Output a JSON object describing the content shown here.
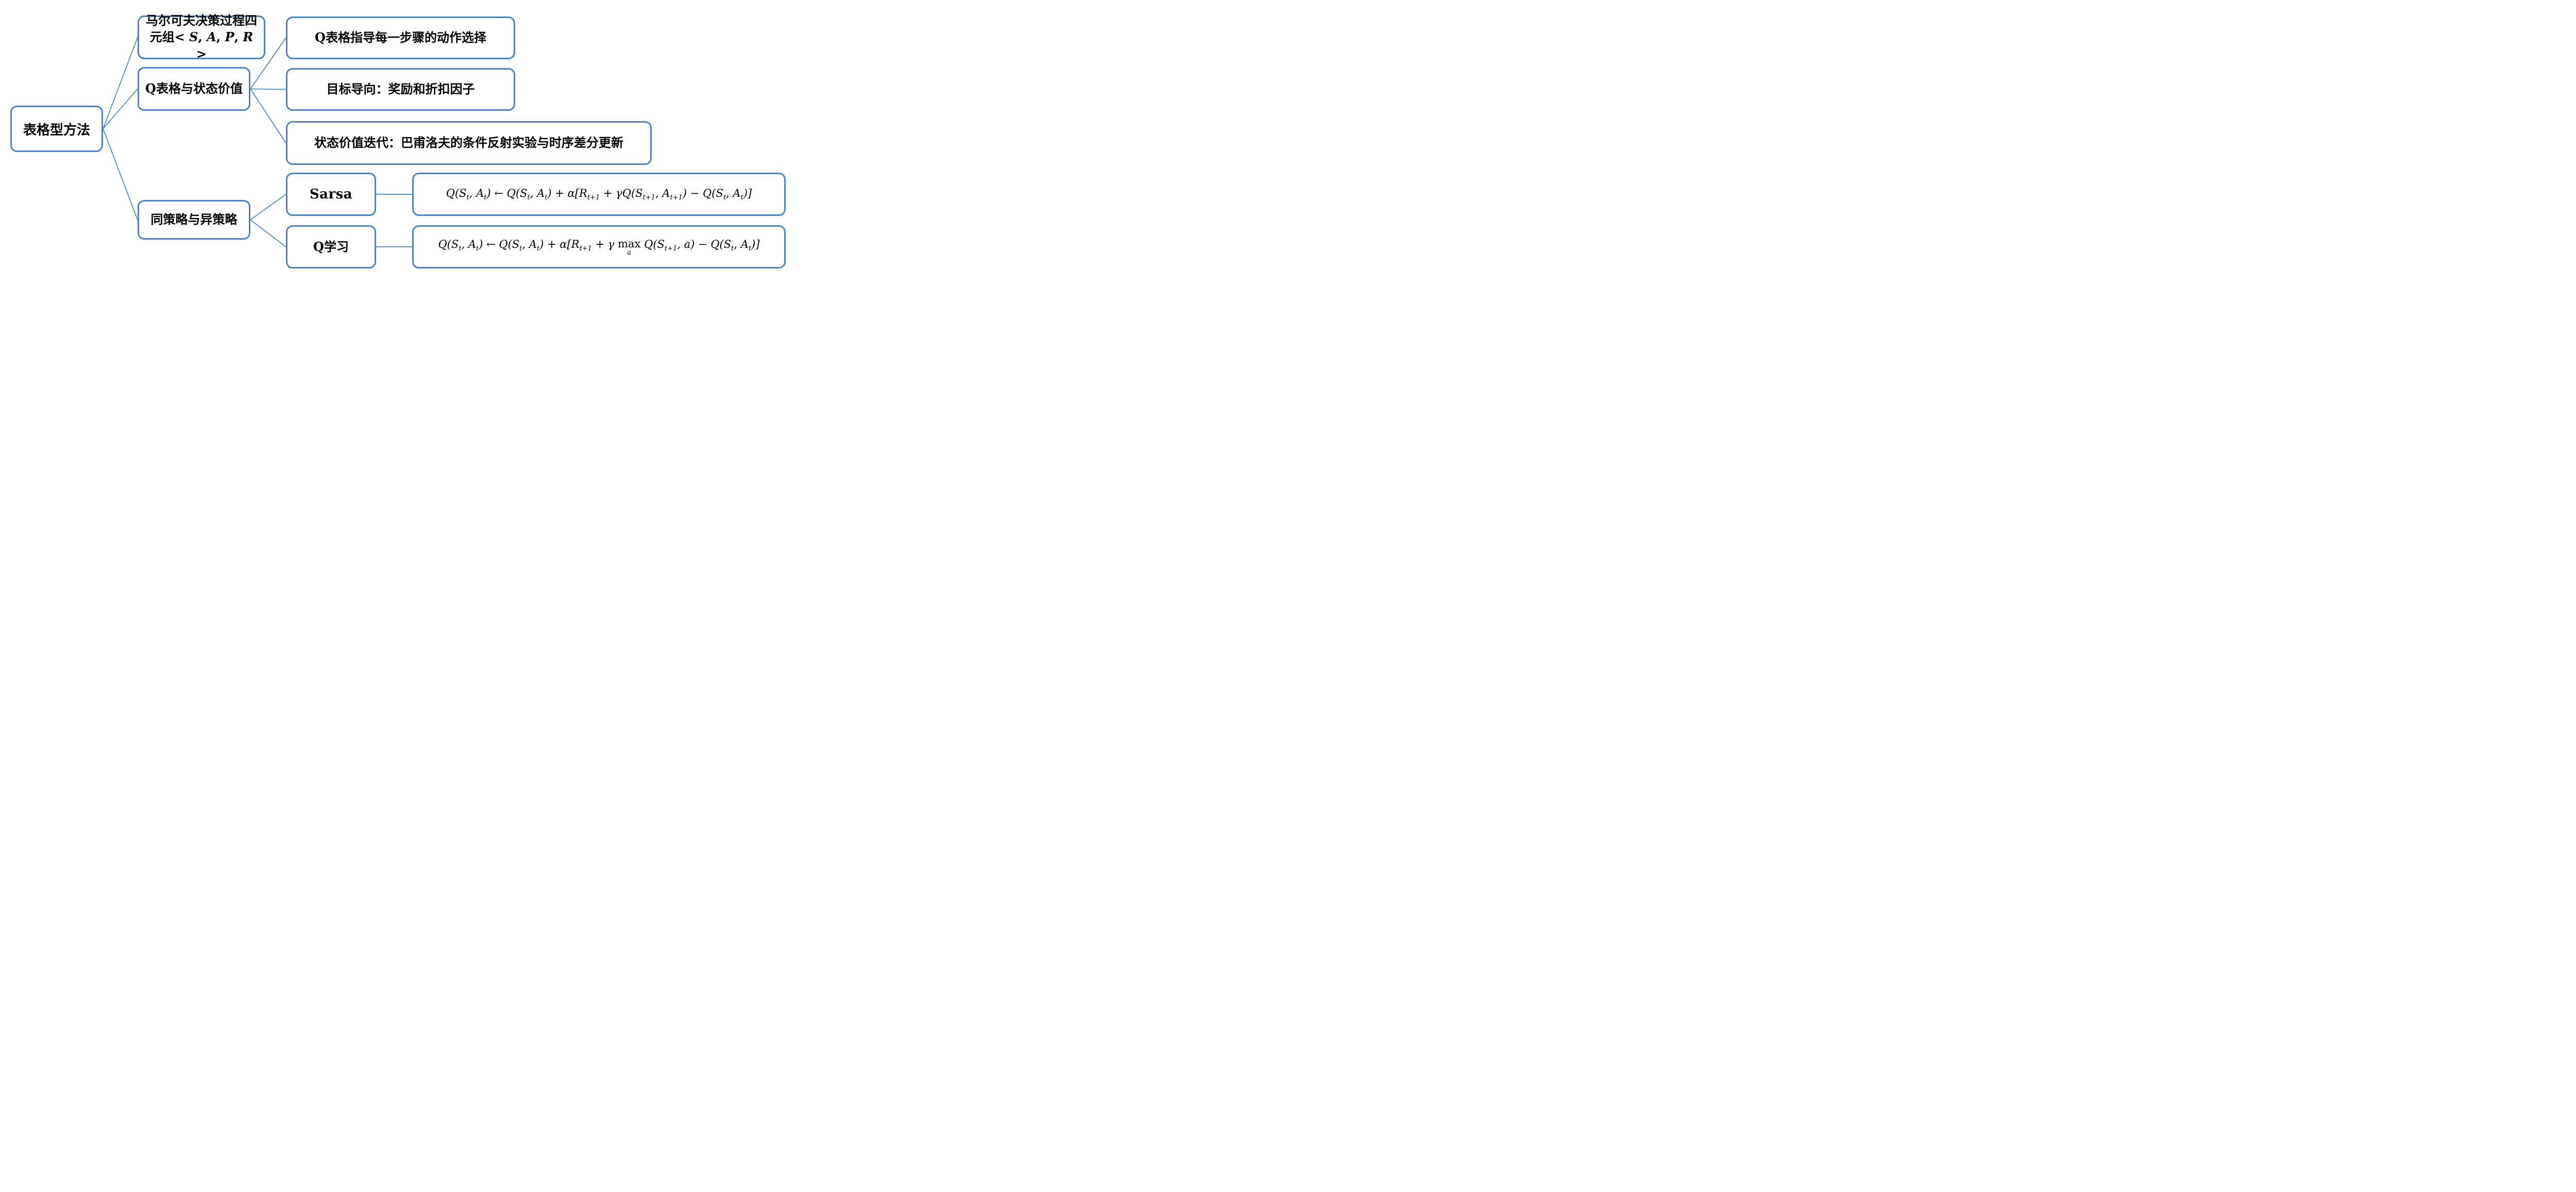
{
  "diagram": {
    "accent_color": "#4d84c0",
    "text_color": "#000000",
    "background_color": "#ffffff",
    "nodes": {
      "root": {
        "label": "表格型方法"
      },
      "mdp": {
        "line1": "马尔可夫决策过程四",
        "line2_parts": [
          {
            "t": "元组< "
          },
          {
            "i": "S"
          },
          {
            "t": ", "
          },
          {
            "i": "A"
          },
          {
            "t": ", "
          },
          {
            "i": "P"
          },
          {
            "t": ", "
          },
          {
            "i": "R"
          },
          {
            "t": " >"
          }
        ],
        "plain": "马尔可夫决策过程四元组< S, A, P, R >"
      },
      "qtable": {
        "label": "Q表格与状态价值"
      },
      "policy": {
        "label": "同策略与异策略"
      },
      "qguide": {
        "label": "Q表格指导每一步骤的动作选择"
      },
      "goal": {
        "label": "目标导向：奖励和折扣因子"
      },
      "valueiter": {
        "label": "状态价值迭代：巴甫洛夫的条件反射实验与时序差分更新"
      },
      "sarsa": {
        "label": "Sarsa"
      },
      "qlearn": {
        "label": "Q学习"
      },
      "f1": {
        "parts": [
          {
            "t": "Q(S"
          },
          {
            "sub": "t"
          },
          {
            "t": ", A"
          },
          {
            "sub": "t"
          },
          {
            "t": ") ← Q(S"
          },
          {
            "sub": "t"
          },
          {
            "t": ", A"
          },
          {
            "sub": "t"
          },
          {
            "t": ") + α[R"
          },
          {
            "sub": "t+1"
          },
          {
            "t": " + γQ(S"
          },
          {
            "sub": "t+1"
          },
          {
            "t": ", A"
          },
          {
            "sub": "t+1"
          },
          {
            "t": ") − Q(S"
          },
          {
            "sub": "t"
          },
          {
            "t": ", A"
          },
          {
            "sub": "t"
          },
          {
            "t": ")]"
          }
        ],
        "plain": "Q(St, At) ← Q(St, At) + α[Rt+1 + γQ(St+1, At+1) − Q(St, At)]"
      },
      "f2": {
        "parts": [
          {
            "t": "Q(S"
          },
          {
            "sub": "t"
          },
          {
            "t": ", A"
          },
          {
            "sub": "t"
          },
          {
            "t": ") ← Q(S"
          },
          {
            "sub": "t"
          },
          {
            "t": ", A"
          },
          {
            "sub": "t"
          },
          {
            "t": ") + α[R"
          },
          {
            "sub": "t+1"
          },
          {
            "t": " + γ "
          },
          {
            "under": {
              "top": "max",
              "bottom": "a"
            }
          },
          {
            "t": " Q(S"
          },
          {
            "sub": "t+1"
          },
          {
            "t": ", a) − Q(S"
          },
          {
            "sub": "t"
          },
          {
            "t": ", A"
          },
          {
            "sub": "t"
          },
          {
            "t": ")]"
          }
        ],
        "plain": "Q(St, At) ← Q(St, At) + α[Rt+1 + γ max_a Q(St+1, a) − Q(St, At)]"
      }
    },
    "edges": [
      {
        "from": "root",
        "to": "mdp"
      },
      {
        "from": "root",
        "to": "qtable"
      },
      {
        "from": "root",
        "to": "policy"
      },
      {
        "from": "qtable",
        "to": "qguide"
      },
      {
        "from": "qtable",
        "to": "goal"
      },
      {
        "from": "qtable",
        "to": "valueiter"
      },
      {
        "from": "policy",
        "to": "sarsa"
      },
      {
        "from": "policy",
        "to": "qlearn"
      },
      {
        "from": "sarsa",
        "to": "f1"
      },
      {
        "from": "qlearn",
        "to": "f2"
      }
    ]
  }
}
